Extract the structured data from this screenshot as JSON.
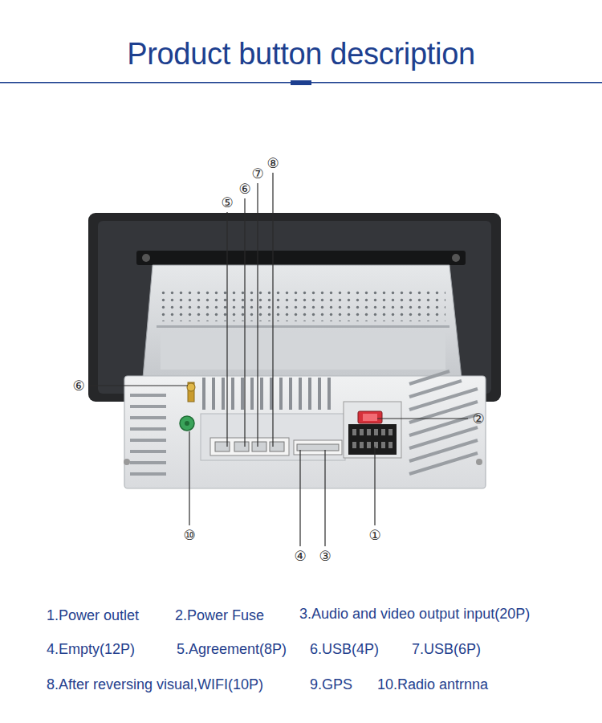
{
  "diagram": {
    "title": "Product button description",
    "labels": [
      "⑧",
      "⑦",
      "⑥",
      "⑤",
      "⑥",
      "②",
      "⑩",
      "①",
      "④",
      "③",
      "1.Power outlet",
      "2.Power Fuse",
      "3.Audio and video output input(20P)",
      "4.Empty(12P)",
      "5.Agreement(8P)",
      "6.USB(4P)",
      "7.USB(6P)",
      "8.After reversing visual,WIFI(10P)",
      "9.GPS",
      "10.Radio antrnna"
    ]
  }
}
